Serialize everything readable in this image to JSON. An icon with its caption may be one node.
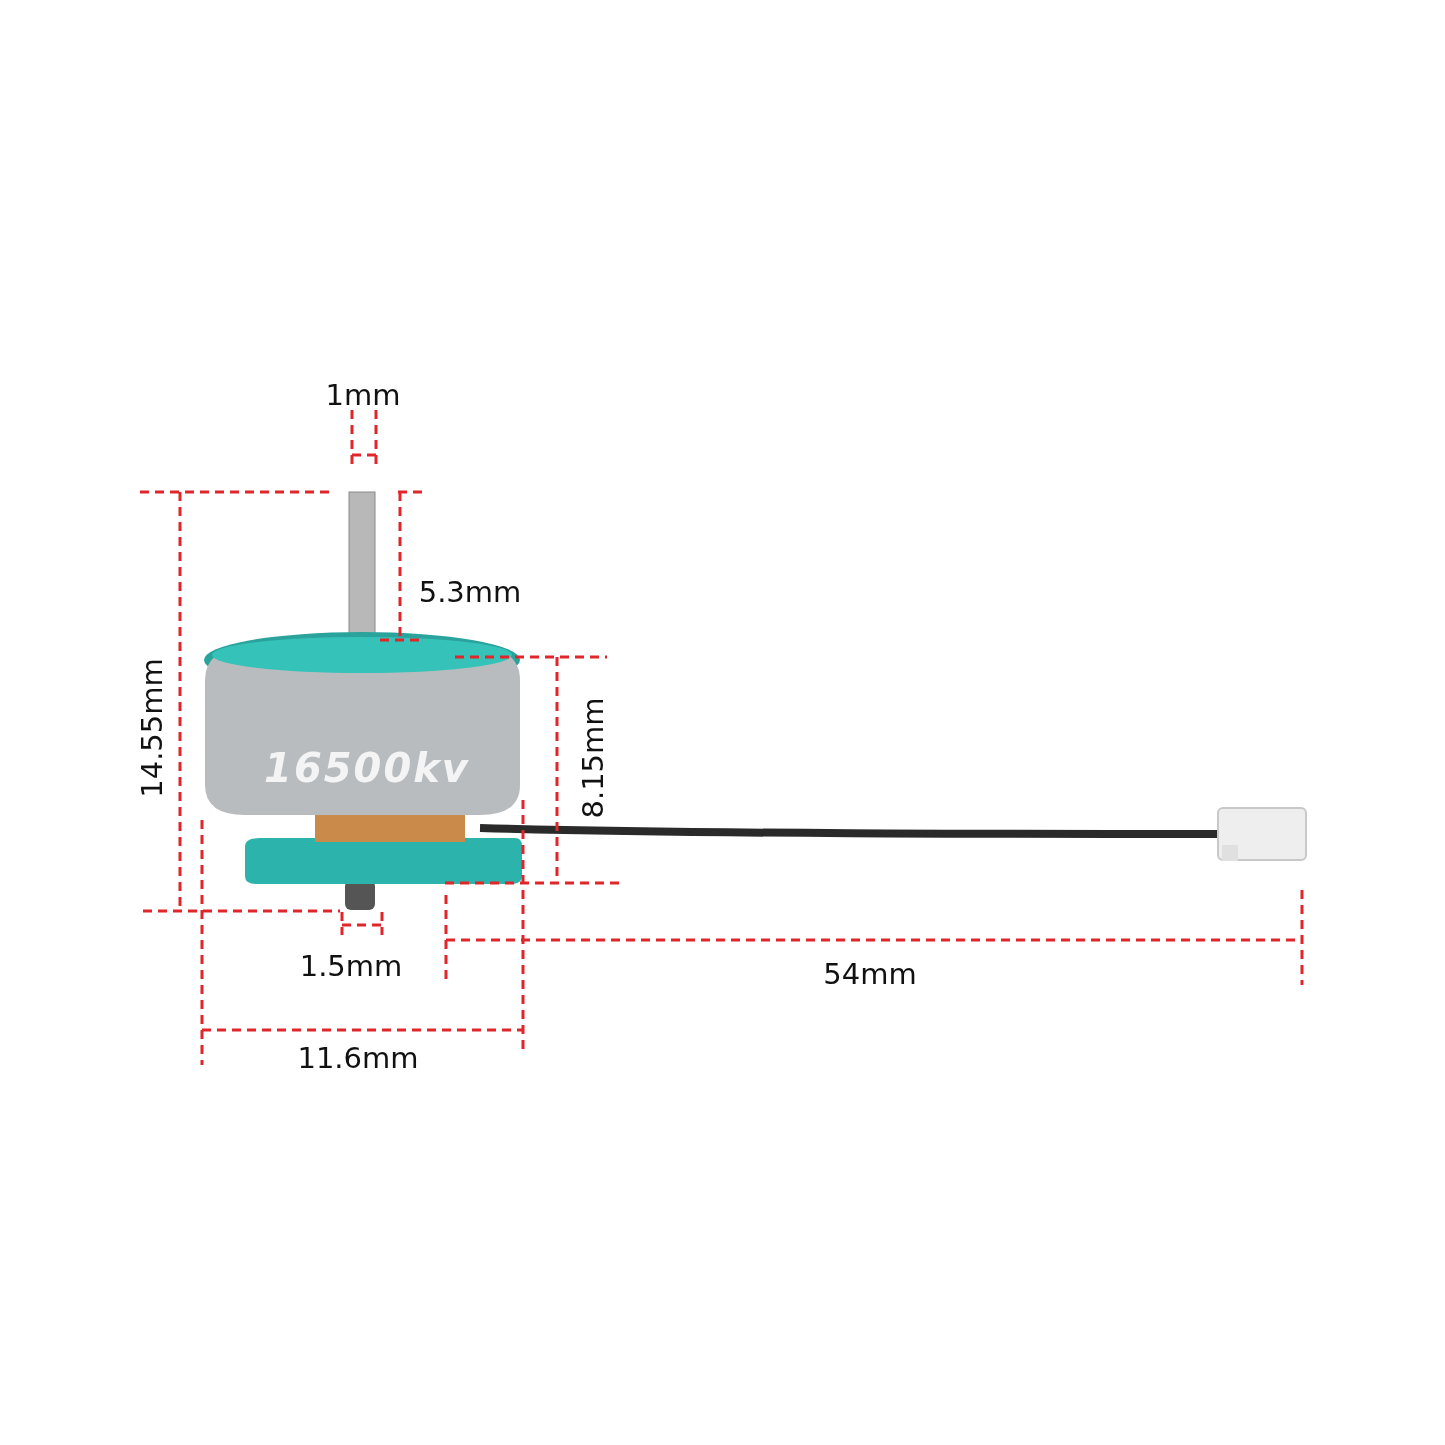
{
  "diagram": {
    "labels": [
      "1mm",
      "5.3mm",
      "14.55mm",
      "8.15mm",
      "16500kv",
      "1.5mm",
      "54mm",
      "11.6mm"
    ]
  }
}
